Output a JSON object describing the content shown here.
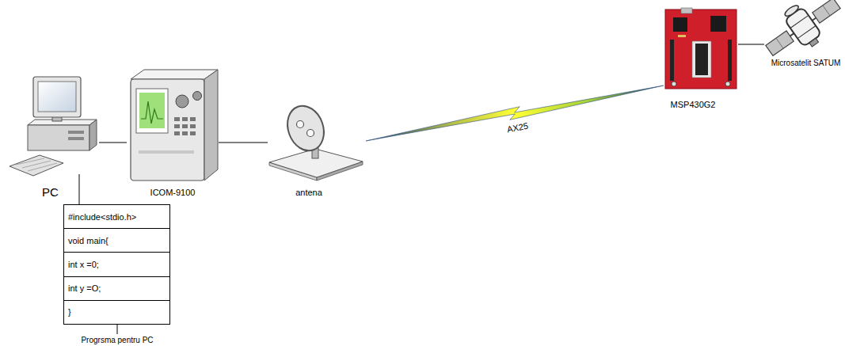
{
  "diagram": {
    "nodes": [
      {
        "text": [
          "PC"
        ]
      },
      {
        "text": [
          "ICOM-9100"
        ]
      },
      {
        "text": [
          "antena"
        ]
      },
      {
        "text": [
          "MSP430G2"
        ]
      },
      {
        "text": [
          "Microsatelit SATUM"
        ]
      },
      {
        "text": [
          "#include<stdio.h>",
          "void main{",
          "int x =0;",
          "int y =O;",
          "}"
        ]
      }
    ],
    "edges": [
      {
        "from": 0,
        "to": 1,
        "arrow": "none"
      },
      {
        "from": 1,
        "to": 2,
        "arrow": "none"
      },
      {
        "from": 2,
        "to": 3,
        "label": "AX25",
        "arrow": "none"
      },
      {
        "from": 3,
        "to": 4,
        "arrow": "none"
      },
      {
        "from": 0,
        "to": 5,
        "arrow": "none"
      }
    ],
    "labels": [
      "Progrsma pentru PC"
    ]
  }
}
